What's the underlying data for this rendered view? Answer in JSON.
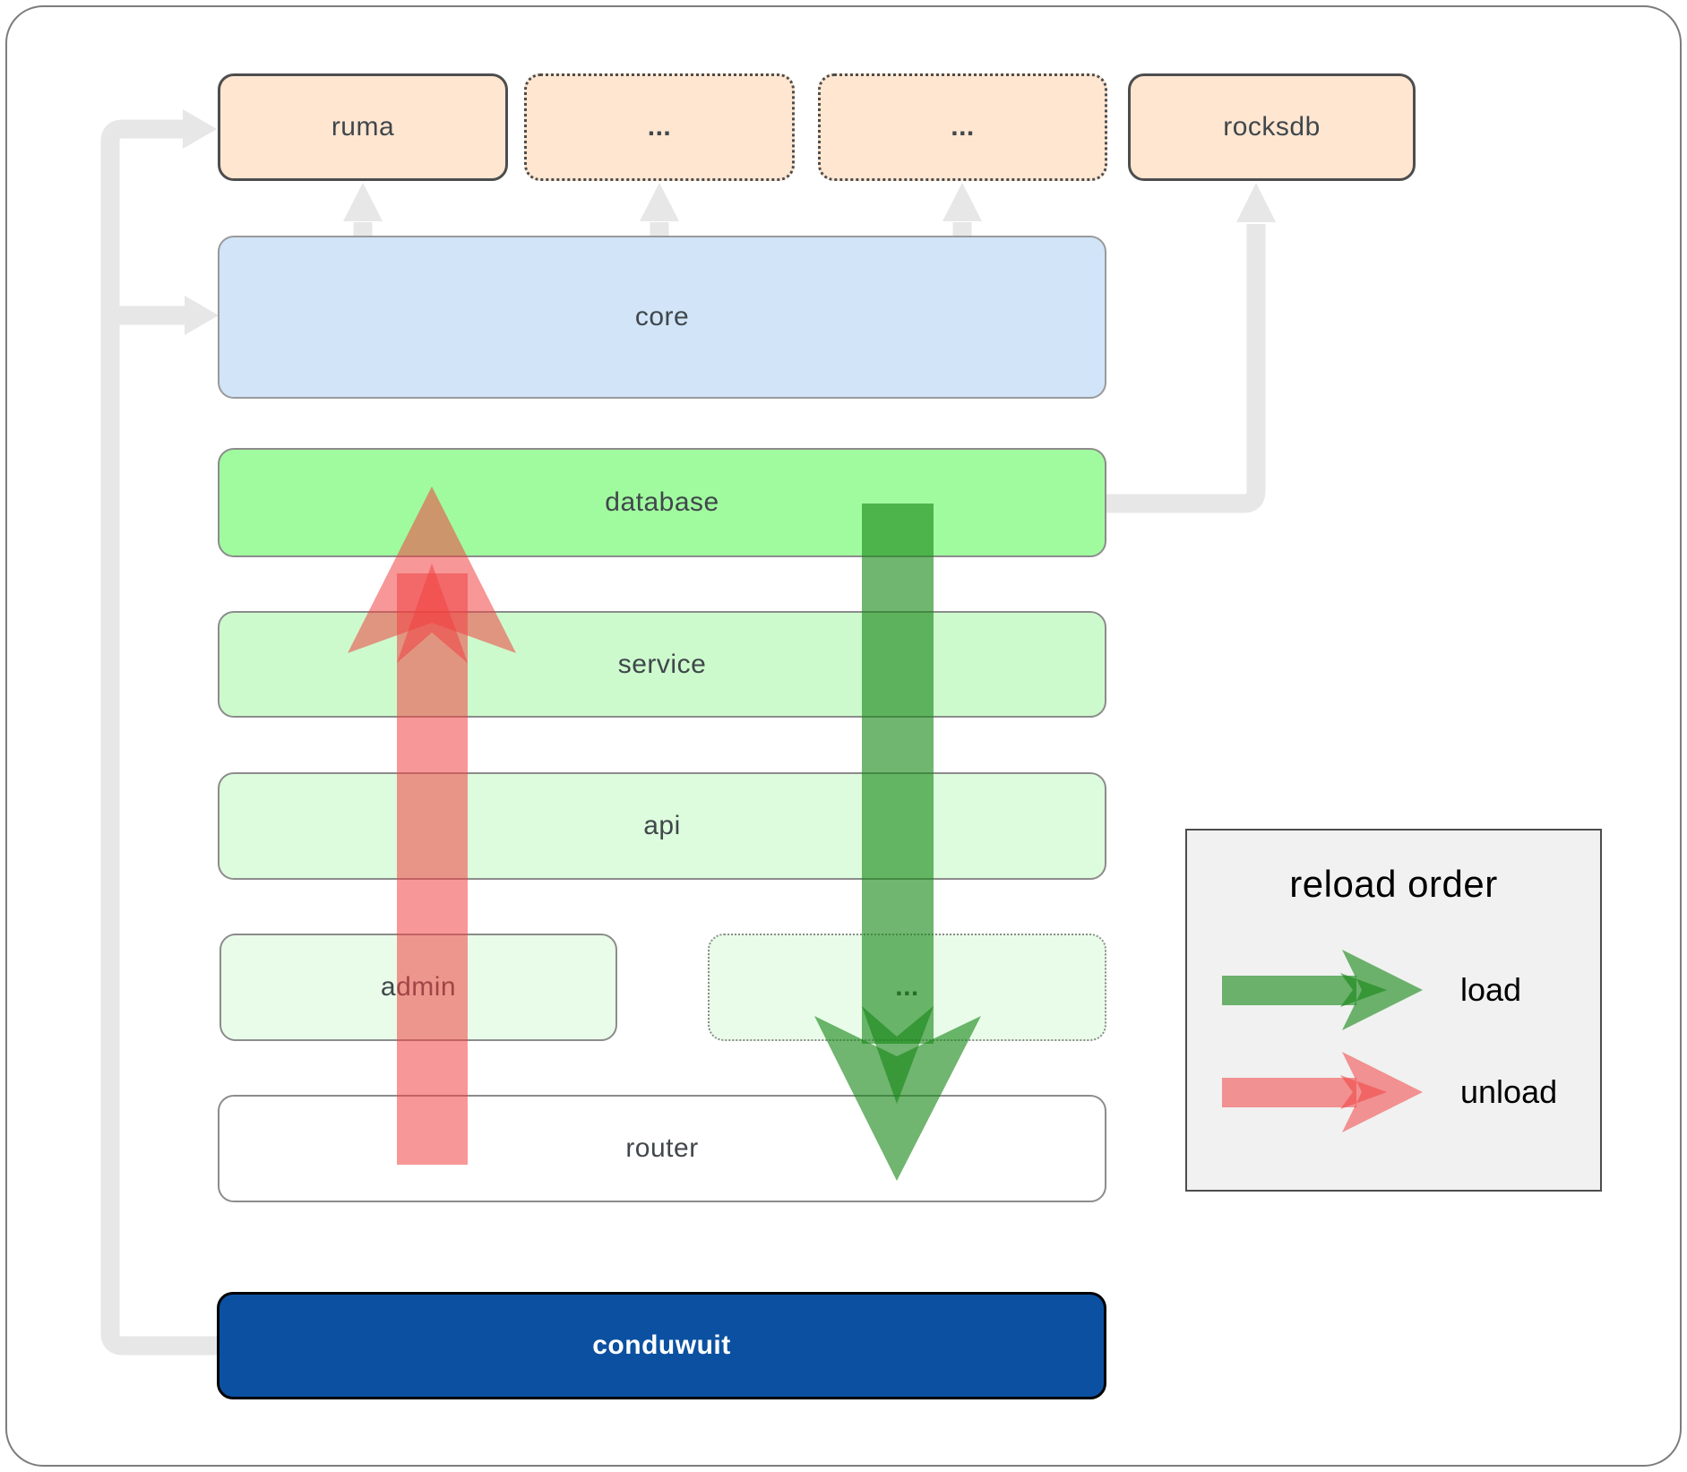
{
  "diagram": {
    "top_row": [
      {
        "label": "ruma"
      },
      {
        "label": "..."
      },
      {
        "label": "..."
      },
      {
        "label": "rocksdb"
      }
    ],
    "core": {
      "label": "core"
    },
    "database": {
      "label": "database"
    },
    "service": {
      "label": "service"
    },
    "api": {
      "label": "api"
    },
    "admin": {
      "label": "admin"
    },
    "admin_more": {
      "label": "..."
    },
    "router": {
      "label": "router"
    },
    "conduwuit": {
      "label": "conduwuit"
    }
  },
  "legend": {
    "title": "reload order",
    "items": [
      {
        "label": "load",
        "color": "#188818"
      },
      {
        "label": "unload",
        "color": "#f04141"
      }
    ]
  },
  "colors": {
    "peach_fill": "#ffe6d1",
    "peach_border": "#4d4d4d",
    "core_fill": "#d1e4f8",
    "database_fill": "#a0fb9e",
    "service_fill": "#cdfacd",
    "api_fill": "#ddfbdd",
    "admin_fill": "#e9fce9",
    "router_fill": "#ffffff",
    "conduwuit_fill": "#0c51a1",
    "box_border_gray": "#8c8c8c",
    "connector_gray": "#e7e7e7",
    "legend_bg": "#f1f1f1",
    "load_arrow_green": "#188818",
    "unload_arrow_red": "#f04141"
  }
}
